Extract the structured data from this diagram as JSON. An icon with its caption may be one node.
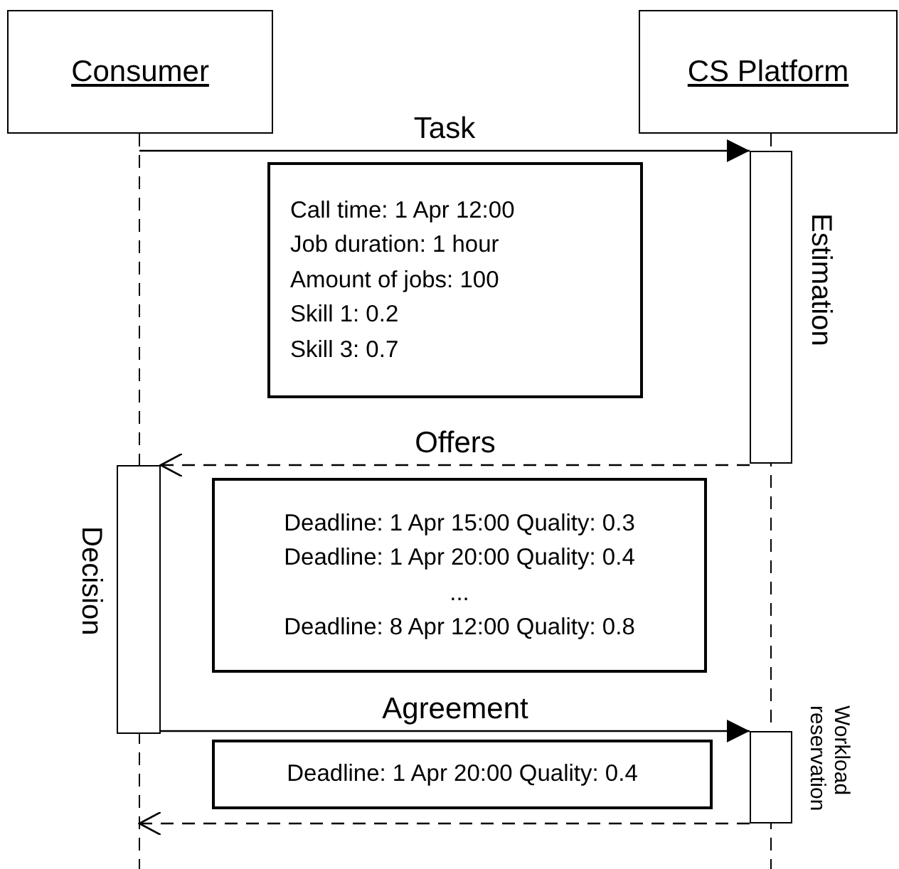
{
  "diagram": {
    "nodes": [
      {
        "text": [
          "Consumer"
        ]
      },
      {
        "text": [
          "CS Platform"
        ]
      },
      {
        "text": [],
        "shape": "bar",
        "beside": [
          "Estimation"
        ]
      },
      {
        "text": [],
        "shape": "bar",
        "beside": [
          "Decision"
        ]
      },
      {
        "text": [],
        "shape": "bar",
        "beside": [
          "Workload reservation"
        ]
      },
      {
        "text": [
          "Call time: 1 Apr 12:00",
          "Job duration: 1 hour",
          "Amount of jobs: 100",
          "Skill 1: 0.2",
          "Skill 3: 0.7"
        ]
      },
      {
        "text": [
          "Deadline: 1 Apr 15:00 Quality: 0.3",
          "Deadline: 1 Apr 20:00 Quality: 0.4",
          "...",
          "Deadline: 8 Apr 12:00 Quality: 0.8"
        ]
      },
      {
        "text": [
          "Deadline: 1 Apr 20:00 Quality: 0.4"
        ]
      }
    ],
    "edges": [
      {
        "from": 0,
        "to": 2,
        "arrow": "to",
        "label": "Task"
      },
      {
        "from": 2,
        "to": 3,
        "arrow": "to",
        "label": "Offers",
        "style": "dashed"
      },
      {
        "from": 3,
        "to": 4,
        "arrow": "to",
        "label": "Agreement"
      },
      {
        "from": 4,
        "to": null,
        "arrow": "to",
        "style": "dashed"
      }
    ]
  }
}
